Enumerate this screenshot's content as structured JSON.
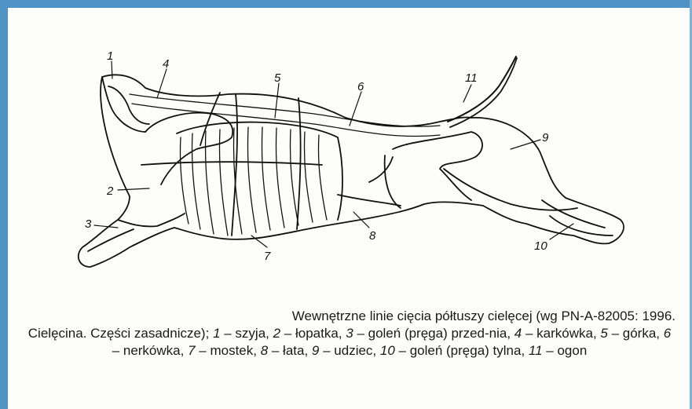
{
  "caption": {
    "line1": "Wewnętrzne linie cięcia półtuszy cielęcej (wg PN-A-82005: 1996.",
    "line2_prefix": "Cielęcina. Części zasadnicze);",
    "parts": [
      {
        "num": "1",
        "name": "szyja"
      },
      {
        "num": "2",
        "name": "łopatka"
      },
      {
        "num": "3",
        "name": "goleń (pręga) przed-nia"
      },
      {
        "num": "4",
        "name": "karkówka"
      },
      {
        "num": "5",
        "name": "górka"
      },
      {
        "num": "6",
        "name": "nerkówka"
      },
      {
        "num": "7",
        "name": "mostek"
      },
      {
        "num": "8",
        "name": "łata"
      },
      {
        "num": "9",
        "name": "udziec"
      },
      {
        "num": "10",
        "name": "goleń (pręga) tylna"
      },
      {
        "num": "11",
        "name": "ogon"
      }
    ]
  },
  "labels": {
    "n1": "1",
    "n2": "2",
    "n3": "3",
    "n4": "4",
    "n5": "5",
    "n6": "6",
    "n7": "7",
    "n8": "8",
    "n9": "9",
    "n10": "10",
    "n11": "11"
  },
  "colors": {
    "frame": "#4f94c4",
    "ink": "#111111"
  }
}
